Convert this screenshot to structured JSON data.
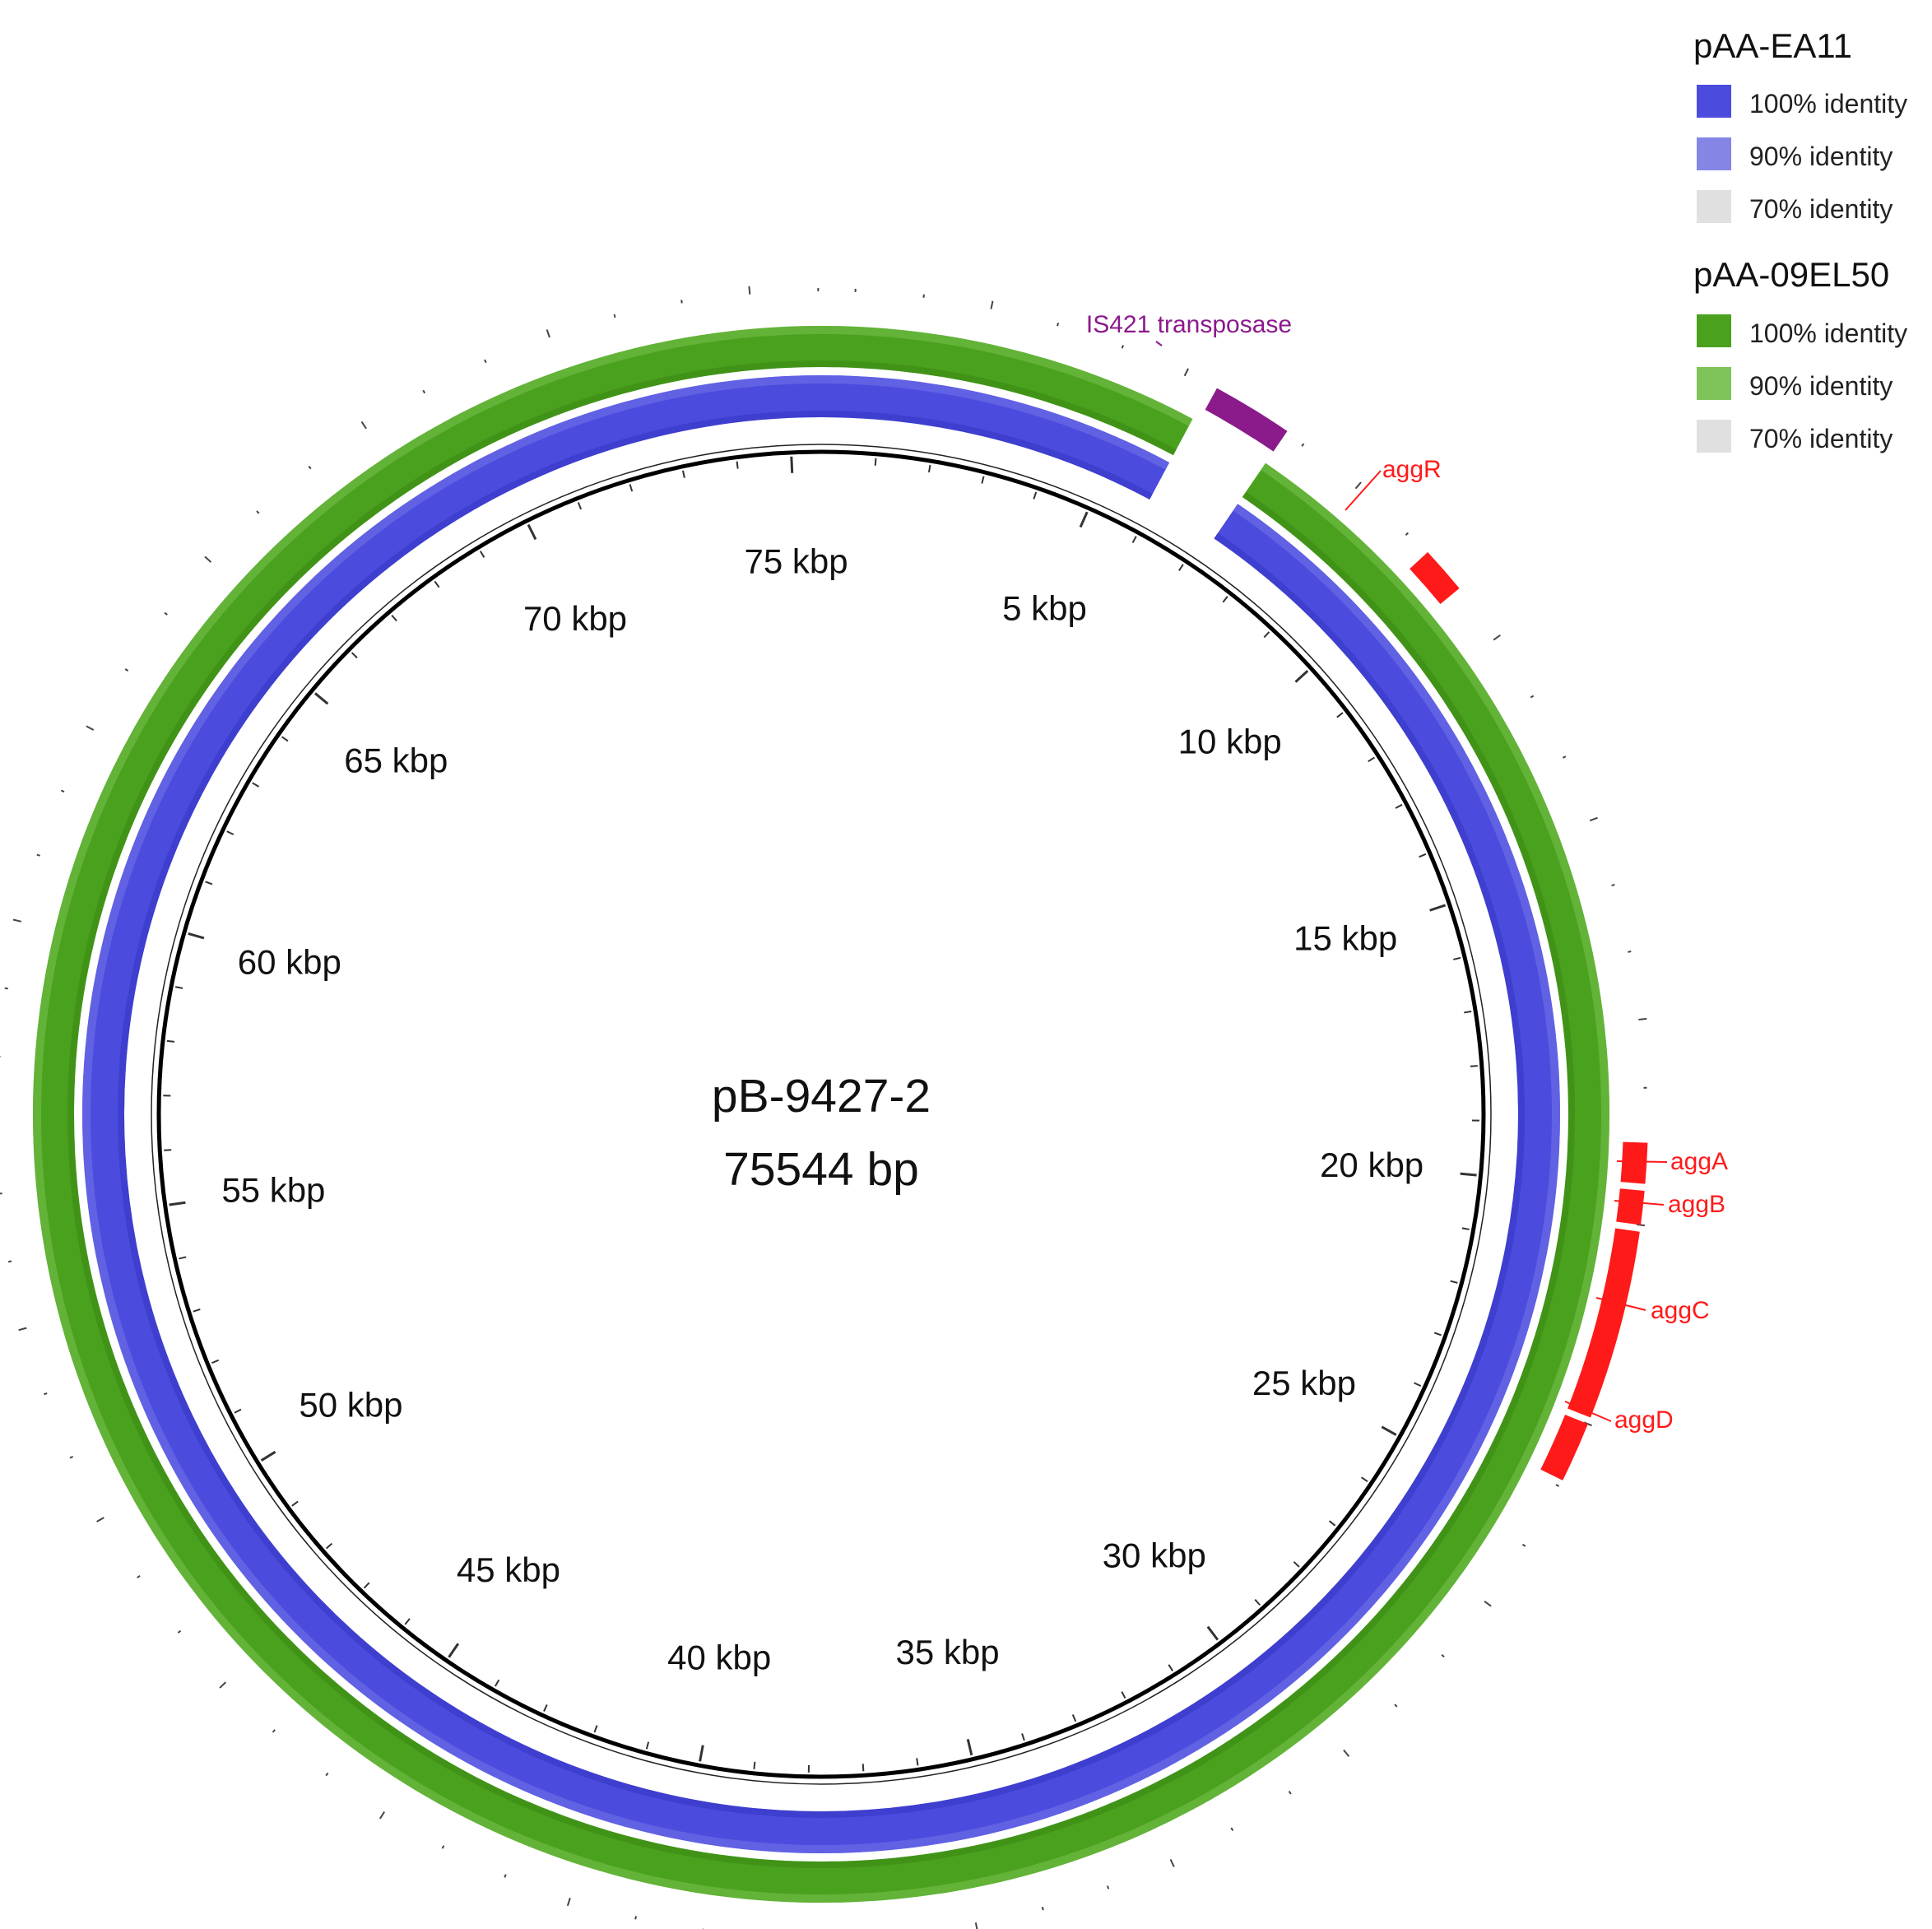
{
  "plasmid": {
    "name": "pB-9427-2",
    "length_label": "75544 bp",
    "length_bp": 75544
  },
  "position_labels": [
    "5 kbp",
    "10 kbp",
    "15 kbp",
    "20 kbp",
    "25 kbp",
    "30 kbp",
    "35 kbp",
    "40 kbp",
    "45 kbp",
    "50 kbp",
    "55 kbp",
    "60 kbp",
    "65 kbp",
    "70 kbp",
    "75 kbp"
  ],
  "rings": [
    {
      "name": "pAA-EA11",
      "color": "#4b4bde",
      "gap_start_kb": 5.9,
      "gap_end_kb": 7.2
    },
    {
      "name": "pAA-09EL50",
      "color": "#4aa11e",
      "gap_start_kb": 5.9,
      "gap_end_kb": 7.2
    }
  ],
  "genes": [
    {
      "label": "IS421 transposase",
      "color": "#8b1a8b",
      "start_kb": 6.0,
      "end_kb": 7.2
    },
    {
      "label": "aggR",
      "color": "#ff1a1a",
      "start_kb": 9.9,
      "end_kb": 10.6
    },
    {
      "label": "aggA",
      "color": "#ff1a1a",
      "start_kb": 19.3,
      "end_kb": 19.9
    },
    {
      "label": "aggB",
      "color": "#ff1a1a",
      "start_kb": 20.0,
      "end_kb": 20.5
    },
    {
      "label": "aggC",
      "color": "#ff1a1a",
      "start_kb": 20.6,
      "end_kb": 23.4
    },
    {
      "label": "aggD",
      "color": "#ff1a1a",
      "start_kb": 23.5,
      "end_kb": 24.4
    }
  ],
  "legend": [
    {
      "title": "pAA-EA11",
      "items": [
        {
          "label": "100% identity",
          "color": "#4b4bde"
        },
        {
          "label": "90% identity",
          "color": "#8585e6"
        },
        {
          "label": "70% identity",
          "color": "#e0e0e0"
        }
      ]
    },
    {
      "title": "pAA-09EL50",
      "items": [
        {
          "label": "100% identity",
          "color": "#4aa11e"
        },
        {
          "label": "90% identity",
          "color": "#7ec45a"
        },
        {
          "label": "70% identity",
          "color": "#e0e0e0"
        }
      ]
    }
  ]
}
